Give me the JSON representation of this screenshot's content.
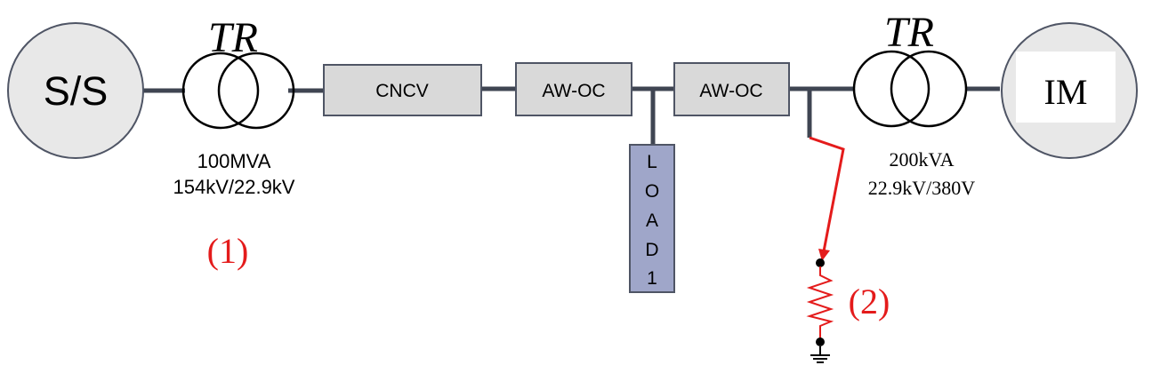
{
  "source": {
    "label": "S/S"
  },
  "transformer1": {
    "symbol": "TR",
    "rating": "100MVA",
    "voltage": "154kV/22.9kV"
  },
  "cable1": {
    "label": "CNCV"
  },
  "line1": {
    "label": "AW-OC"
  },
  "load": {
    "letters": [
      "L",
      "O",
      "A",
      "D",
      "1"
    ]
  },
  "line2": {
    "label": "AW-OC"
  },
  "transformer2": {
    "symbol": "TR",
    "rating": "200kVA",
    "voltage": "22.9kV/380V"
  },
  "motor": {
    "label": "IM"
  },
  "markers": {
    "marker1": "(1)",
    "marker2": "(2)"
  },
  "colors": {
    "circle_fill": "#e8e8e8",
    "box_fill": "#d9d9d9",
    "load_fill": "#9fa6c9",
    "line": "#3f4552",
    "fault": "#e41b1b"
  }
}
